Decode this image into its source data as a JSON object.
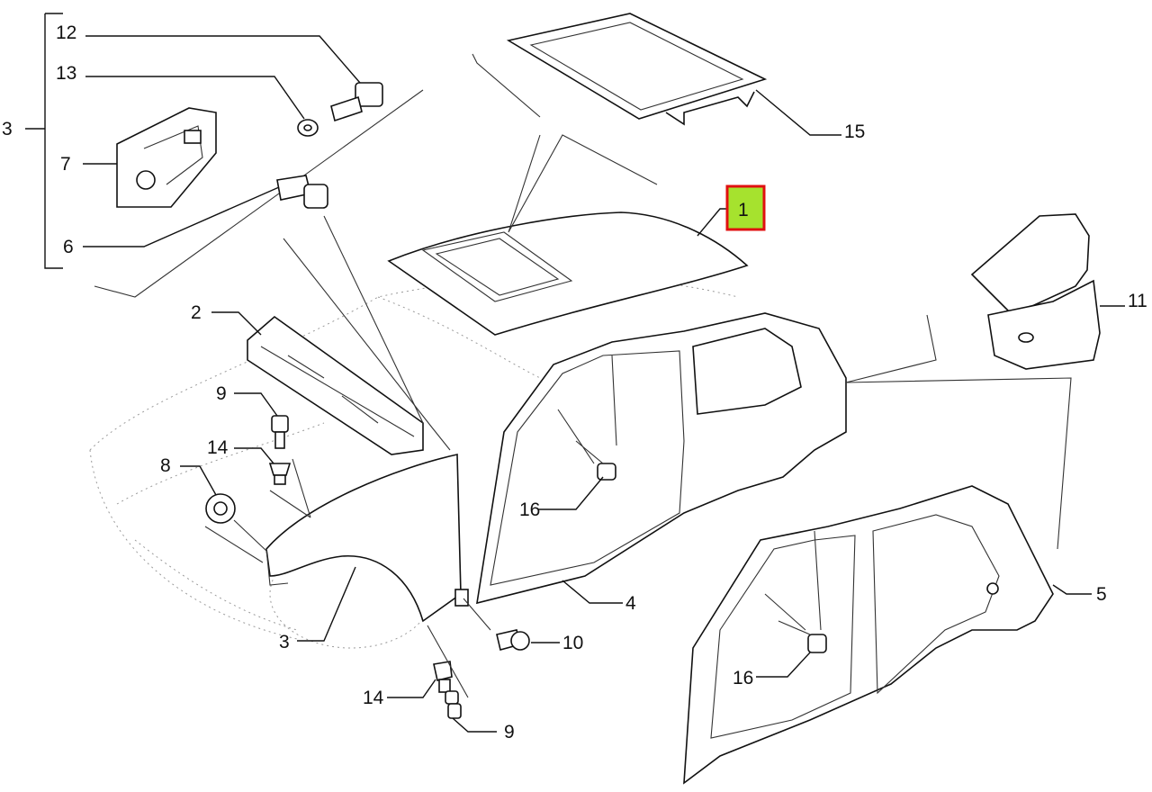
{
  "callouts": {
    "c1": "1",
    "c2": "2",
    "c3_top": "3",
    "c3_bottom": "3",
    "c4": "4",
    "c5": "5",
    "c6": "6",
    "c7": "7",
    "c8": "8",
    "c9_top": "9",
    "c9_bottom": "9",
    "c10": "10",
    "c11": "11",
    "c12": "12",
    "c13": "13",
    "c14_top": "14",
    "c14_bottom": "14",
    "c15": "15",
    "c16_top": "16",
    "c16_bottom": "16"
  },
  "highlight": {
    "fill": "#a6e22e",
    "border": "#e01010"
  }
}
